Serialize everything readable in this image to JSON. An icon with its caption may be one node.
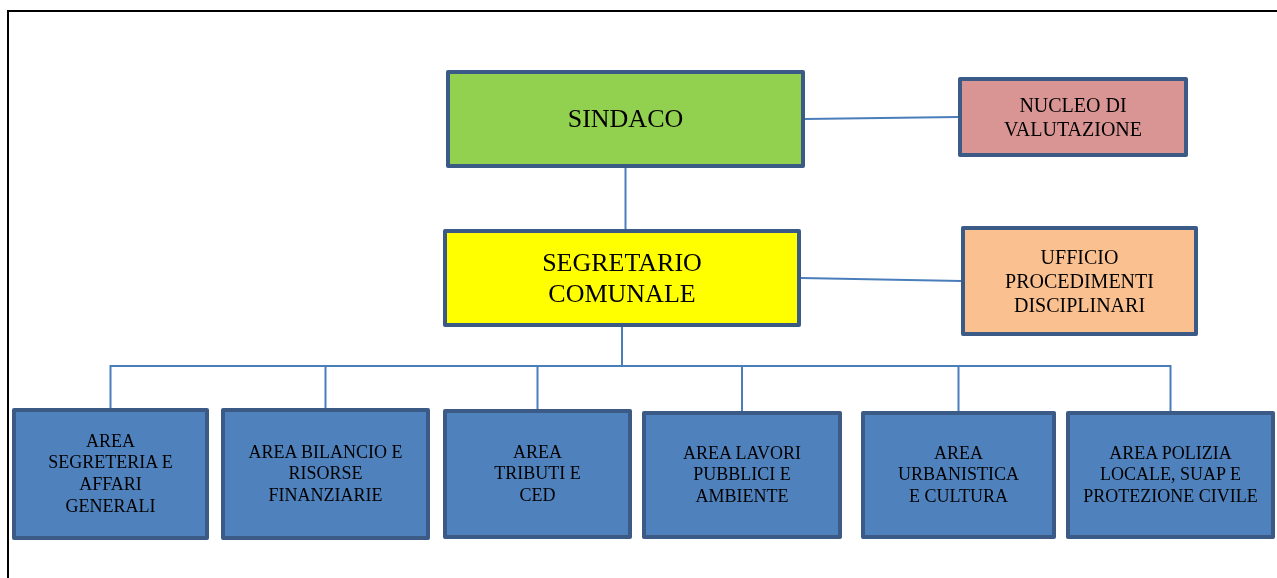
{
  "diagram": {
    "nodes": [
      {
        "text": [
          "SINDACO"
        ]
      },
      {
        "text": [
          "NUCLEO DI VALUTAZIONE"
        ]
      },
      {
        "text": [
          "SEGRETARIO COMUNALE"
        ]
      },
      {
        "text": [
          "UFFICIO PROCEDIMENTI DISCIPLINARI"
        ]
      },
      {
        "text": [
          "AREA SEGRETERIA E AFFARI GENERALI"
        ]
      },
      {
        "text": [
          "AREA BILANCIO E RISORSE FINANZIARIE"
        ]
      },
      {
        "text": [
          "AREA TRIBUTI E CED"
        ]
      },
      {
        "text": [
          "AREA LAVORI PUBBLICI E AMBIENTE"
        ]
      },
      {
        "text": [
          "AREA URBANISTICA E CULTURA"
        ]
      },
      {
        "text": [
          "AREA POLIZIA LOCALE, SUAP E PROTEZIONE CIVILE"
        ]
      }
    ],
    "edges": [
      {
        "from": 0,
        "to": 1,
        "arrow": "none"
      },
      {
        "from": 0,
        "to": 2,
        "arrow": "none"
      },
      {
        "from": 2,
        "to": 3,
        "arrow": "none"
      },
      {
        "from": 2,
        "to": 4,
        "arrow": "none"
      },
      {
        "from": 2,
        "to": 5,
        "arrow": "none"
      },
      {
        "from": 2,
        "to": 6,
        "arrow": "none"
      },
      {
        "from": 2,
        "to": 7,
        "arrow": "none"
      },
      {
        "from": 2,
        "to": 8,
        "arrow": "none"
      },
      {
        "from": 2,
        "to": 9,
        "arrow": "none"
      }
    ]
  }
}
